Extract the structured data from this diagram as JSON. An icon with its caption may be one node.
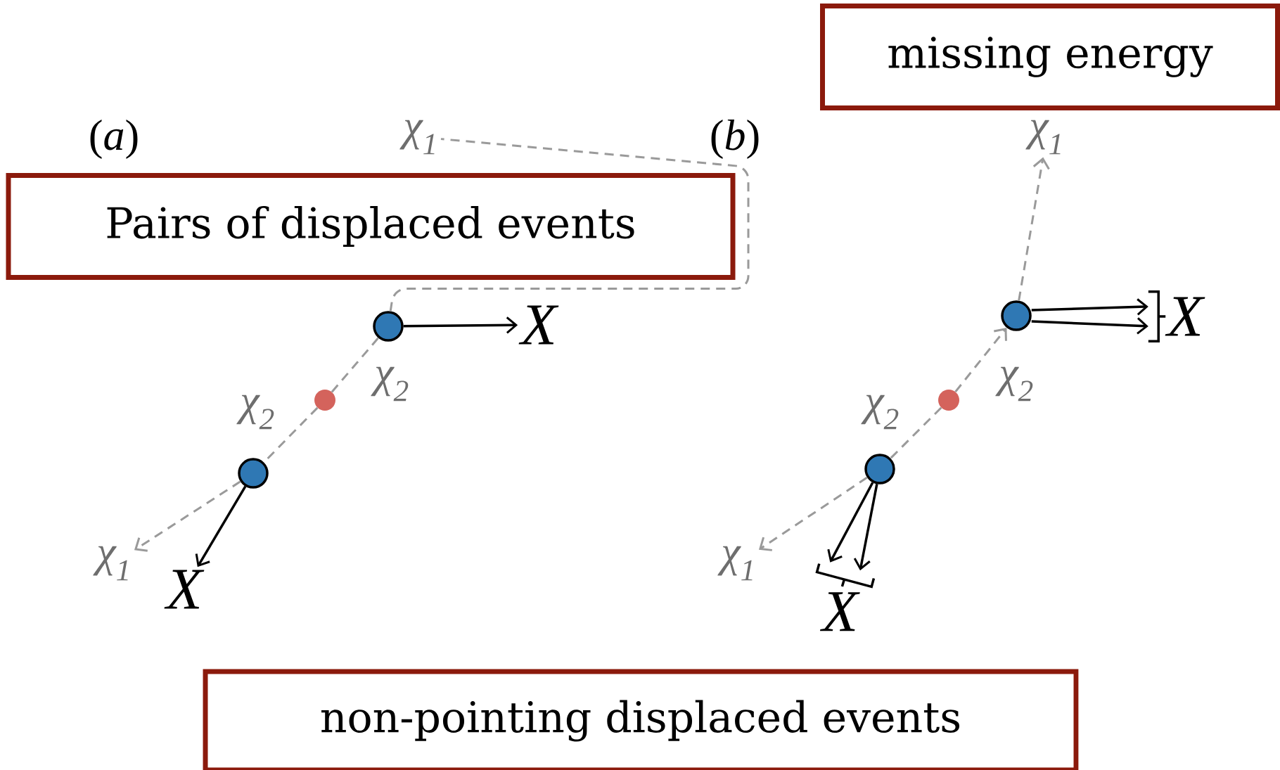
{
  "diagram": {
    "nodes": [
      {
        "text": [
          "Pairs of displaced events"
        ]
      },
      {
        "text": [
          "χ$_{1}$"
        ]
      },
      {
        "text": [],
        "shape": "circle"
      },
      {
        "text": [
          "X"
        ]
      },
      {
        "text": [],
        "shape": "circle"
      },
      {
        "text": [],
        "shape": "circle"
      },
      {
        "text": [
          "χ$_{1}$"
        ]
      },
      {
        "text": [
          "X"
        ]
      },
      {
        "text": [
          "missing energy"
        ]
      },
      {
        "text": [
          "χ$_{1}$"
        ]
      },
      {
        "text": [],
        "shape": "circle"
      },
      {
        "text": [],
        "shape": "bracket",
        "beside": [
          "X"
        ]
      },
      {
        "text": [],
        "shape": "circle"
      },
      {
        "text": [],
        "shape": "circle"
      },
      {
        "text": [
          "χ$_{1}$"
        ]
      },
      {
        "text": [],
        "shape": "bracket",
        "beside": [
          "X"
        ]
      },
      {
        "text": [
          "non-pointing displaced events"
        ]
      }
    ],
    "edges": [
      {
        "from": 4,
        "to": 2,
        "arrow": "none",
        "style": "dashed",
        "color": "#9a9a9a"
      },
      {
        "from": 2,
        "to": 1,
        "arrow": "none",
        "style": "dashed",
        "color": "#9a9a9a"
      },
      {
        "from": 4,
        "to": 5,
        "arrow": "none",
        "style": "dashed",
        "color": "#9a9a9a"
      },
      {
        "from": 5,
        "to": 6,
        "arrow": "to",
        "style": "dashed",
        "color": "#9a9a9a"
      },
      {
        "from": 2,
        "to": 3,
        "arrow": "to",
        "color": "#000000"
      },
      {
        "from": 5,
        "to": 7,
        "arrow": "to",
        "color": "#000000"
      },
      {
        "from": 12,
        "to": 10,
        "arrow": "to",
        "style": "dashed",
        "color": "#9a9a9a"
      },
      {
        "from": 10,
        "to": 9,
        "arrow": "to",
        "style": "dashed",
        "color": "#9a9a9a"
      },
      {
        "from": 12,
        "to": 13,
        "arrow": "none",
        "style": "dashed",
        "color": "#9a9a9a"
      },
      {
        "from": 13,
        "to": 14,
        "arrow": "to",
        "style": "dashed",
        "color": "#9a9a9a"
      },
      {
        "from": 10,
        "to": 11,
        "arrow": "to",
        "color": "#000000"
      },
      {
        "from": 10,
        "to": 11,
        "arrow": "to",
        "color": "#000000"
      },
      {
        "from": 13,
        "to": 15,
        "arrow": "to",
        "color": "#000000"
      },
      {
        "from": 13,
        "to": 15,
        "arrow": "to",
        "color": "#000000"
      }
    ],
    "labels": [
      "(*a*)",
      "(*b*)",
      "χ$_{2}$",
      "χ$_{2}$",
      "χ$_{2}$",
      "χ$_{2}$"
    ]
  }
}
